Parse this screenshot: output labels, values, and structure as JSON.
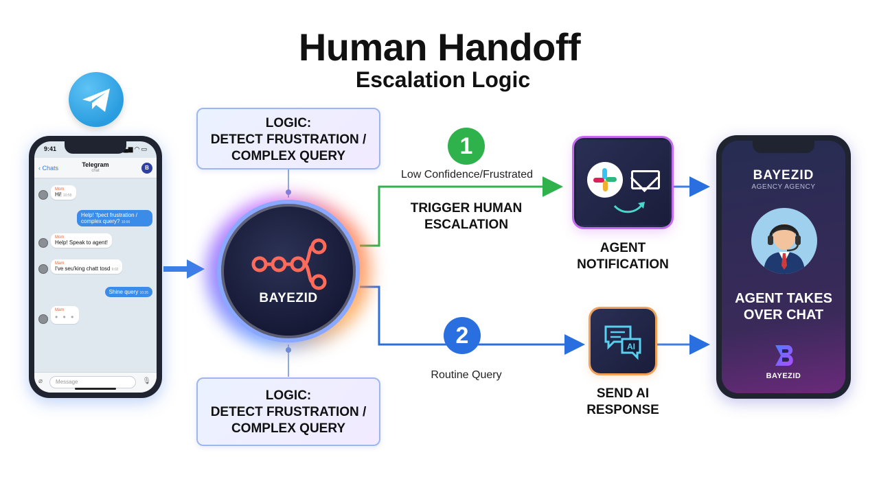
{
  "header": {
    "title": "Human Handoff",
    "subtitle": "Escalation Logic"
  },
  "left_phone": {
    "time": "9:41",
    "back_label": "Chats",
    "chat_title": "Telegram",
    "chat_subtitle": "chat",
    "avatar_letter": "B",
    "messages": [
      {
        "sender": "Mom",
        "text": "Hi!",
        "time": "10:55",
        "direction": "in"
      },
      {
        "text": "Help! 'fpect frustration / complex query?",
        "time": "10:00",
        "direction": "out"
      },
      {
        "sender": "Mom",
        "text": "Help! Speak to agent!",
        "direction": "in"
      },
      {
        "sender": "Mam",
        "text": "I've seu'king chatt tosd",
        "time": "9:02",
        "direction": "in"
      },
      {
        "text": "Shine query",
        "time": "10:35",
        "direction": "out"
      },
      {
        "sender": "Mam",
        "text": "• • •",
        "direction": "in"
      }
    ],
    "input_placeholder": "Message"
  },
  "logic_top": {
    "line1": "LOGIC:",
    "line2": "DETECT FRUSTRATION /",
    "line3": "COMPLEX QUERY"
  },
  "logic_bottom": {
    "line1": "LOGIC:",
    "line2": "DETECT FRUSTRATION /",
    "line3": "COMPLEX QUERY"
  },
  "hub": {
    "label": "BAYEZID"
  },
  "path1": {
    "number": "1",
    "condition": "Low Confidence/Frustrated",
    "action_line1": "TRIGGER HUMAN",
    "action_line2": "ESCALATION",
    "card_label_line1": "AGENT",
    "card_label_line2": "NOTIFICATION"
  },
  "path2": {
    "number": "2",
    "condition": "Routine Query",
    "card_label_line1": "SEND AI",
    "card_label_line2": "RESPONSE",
    "card_icon_text": "AI"
  },
  "right_phone": {
    "brand": "BAYEZID",
    "brand_sub": "AGENCY AGENCY",
    "headline_line1": "AGENT TAKES",
    "headline_line2": "OVER CHAT",
    "logo_text": "BAYEZID"
  },
  "colors": {
    "green_path": "#2fb24c",
    "blue_path": "#2a6fe0",
    "arrow_blue": "#3b7fe6",
    "telegram": "#2a9de0",
    "hub_ring": "#8aa8ff",
    "notification_border": "#c56cf0",
    "ai_card_border": "#f0a058"
  },
  "icons": [
    "telegram-icon",
    "workflow-icon",
    "slack-icon",
    "mail-icon",
    "chat-ai-icon",
    "agent-headset-icon",
    "bayezid-logo"
  ]
}
